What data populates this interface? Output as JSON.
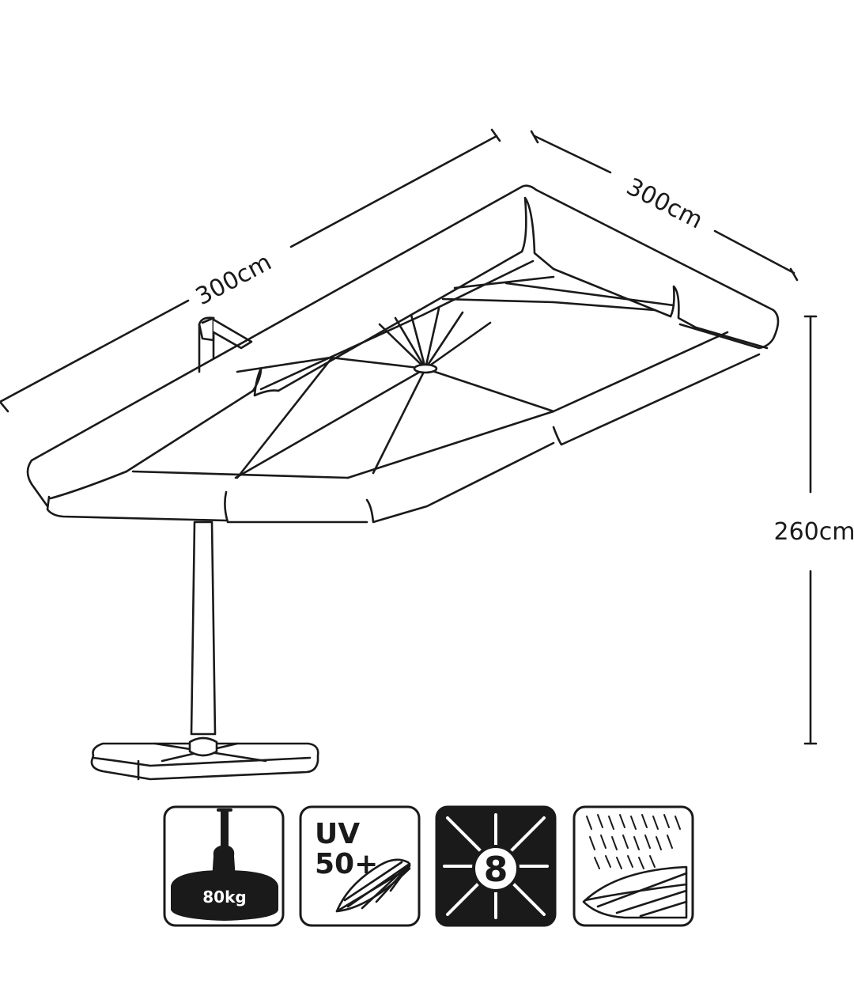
{
  "dimensions": {
    "front_width": "300cm",
    "side_depth": "300cm",
    "height": "260cm"
  },
  "features": [
    {
      "name": "base-weight",
      "label": "80kg"
    },
    {
      "name": "uv-protection",
      "label_line1": "UV",
      "label_line2": "50+"
    },
    {
      "name": "ribs",
      "label": "8"
    },
    {
      "name": "water-repellent"
    }
  ],
  "colors": {
    "line": "#1a1a1a",
    "background": "#ffffff",
    "badge_dark": "#1a1a1a"
  }
}
